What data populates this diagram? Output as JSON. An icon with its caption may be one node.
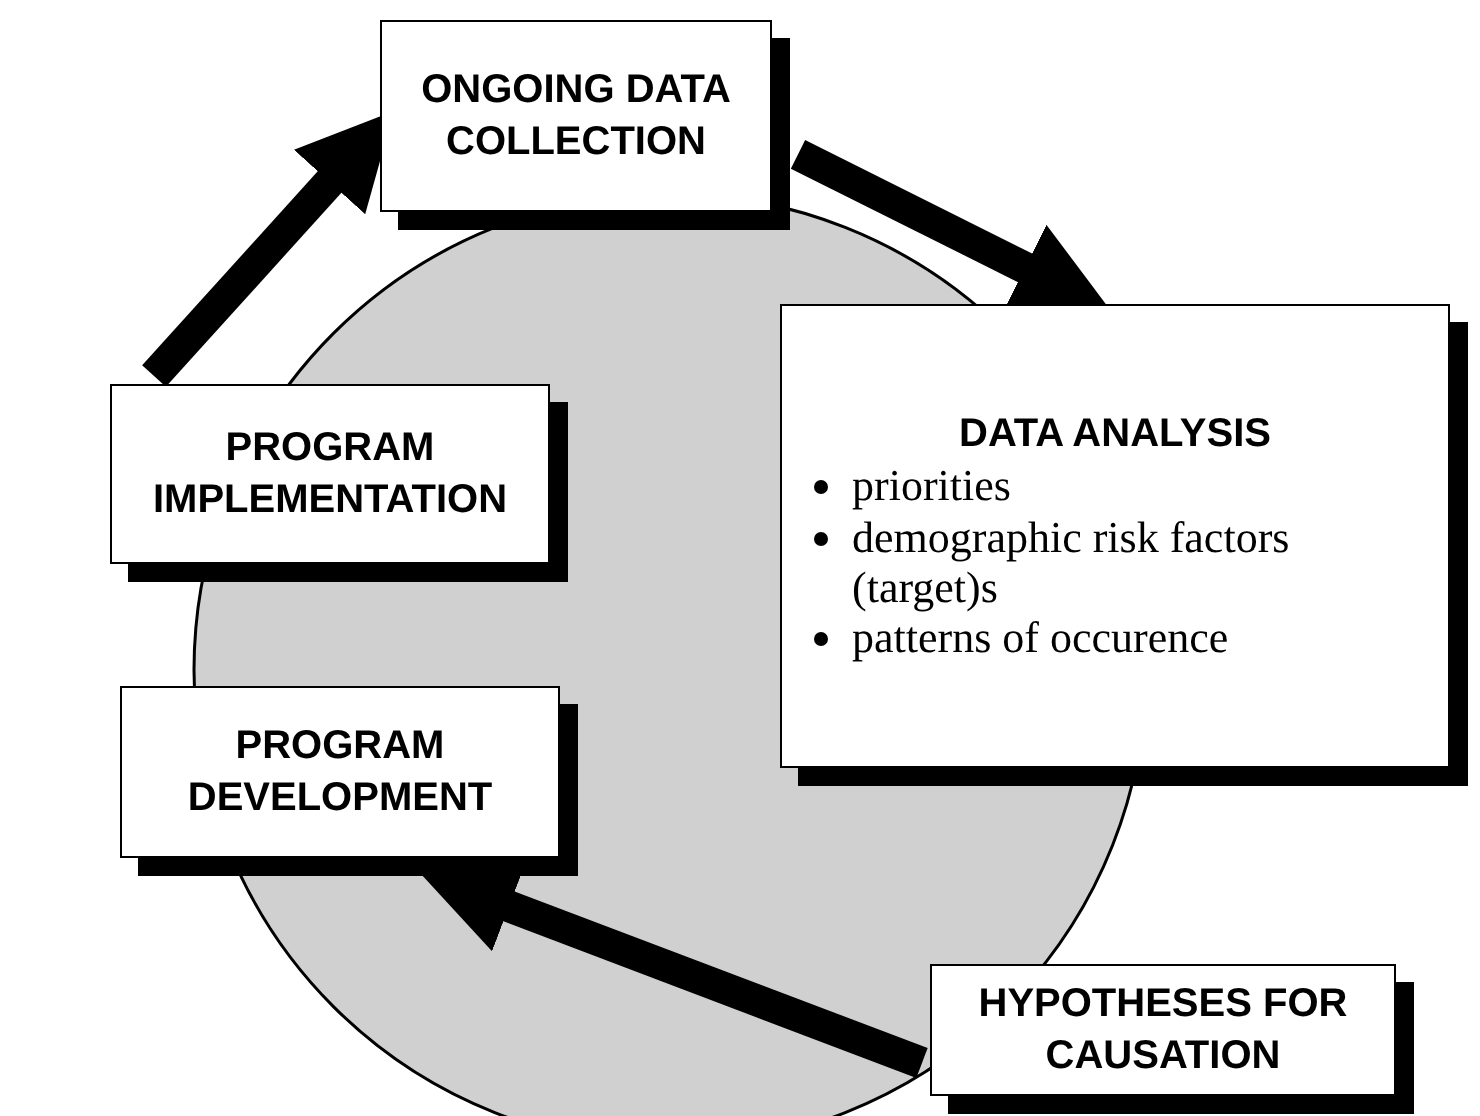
{
  "diagram": {
    "nodes": [
      {
        "text": [
          "ONGOING DATA COLLECTION"
        ]
      },
      {
        "text": [
          "DATA ANALYSIS",
          "priorities",
          "demographic risk factors (target)s",
          "patterns of occurence"
        ]
      },
      {
        "text": [
          "HYPOTHESES FOR CAUSATION"
        ]
      },
      {
        "text": [
          "PROGRAM DEVELOPMENT"
        ]
      },
      {
        "text": [
          "PROGRAM IMPLEMENTATION"
        ]
      }
    ],
    "edges": [
      {
        "from": 4,
        "to": 0,
        "arrow": "to"
      },
      {
        "from": 0,
        "to": 1,
        "arrow": "to"
      },
      {
        "from": 2,
        "to": 3,
        "arrow": "to"
      }
    ]
  }
}
